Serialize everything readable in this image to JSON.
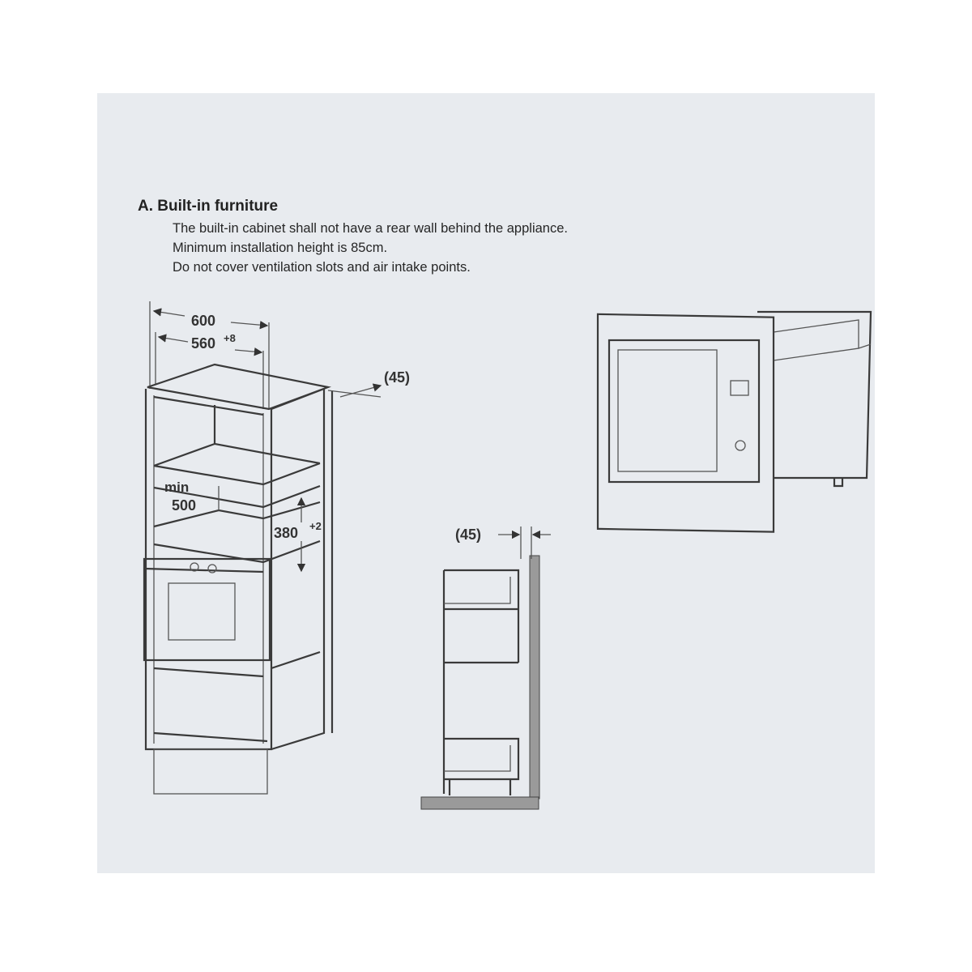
{
  "section": {
    "title": "A. Built-in furniture",
    "lines": [
      "The built-in cabinet shall not have a rear wall behind the appliance.",
      "Minimum installation height is 85cm.",
      "Do not cover ventilation slots and air intake points."
    ]
  },
  "diagram": {
    "dim_width_outer": "600",
    "dim_width_inner": "560",
    "dim_width_inner_tol": "+8",
    "dim_gap": "(45)",
    "dim_depth_min": "min",
    "dim_depth": "500",
    "dim_height": "380",
    "dim_height_tol": "+2",
    "side_gap": "(45)"
  }
}
